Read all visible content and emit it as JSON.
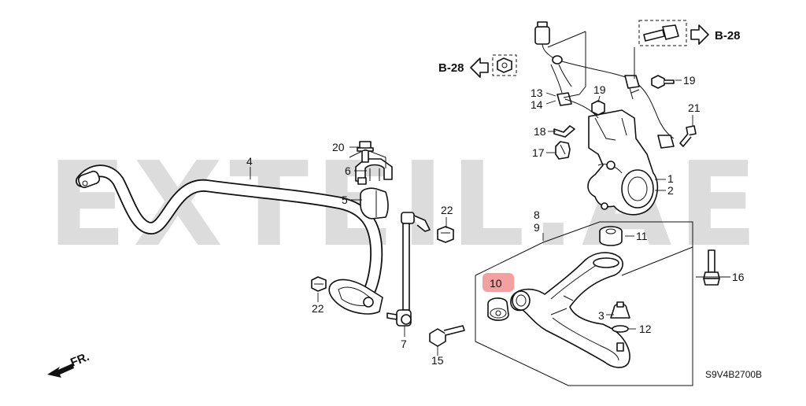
{
  "diagram": {
    "watermark": "EXTEIL.AE",
    "ref_code": "S9V4B2700B",
    "direction_label": "FR.",
    "ref_left": "B-28",
    "ref_right": "B-28",
    "highlight_color": "#f2a0a0",
    "callouts": [
      {
        "id": "c1",
        "text": "1"
      },
      {
        "id": "c2",
        "text": "2"
      },
      {
        "id": "c3",
        "text": "3"
      },
      {
        "id": "c4",
        "text": "4"
      },
      {
        "id": "c5",
        "text": "5"
      },
      {
        "id": "c6",
        "text": "6"
      },
      {
        "id": "c7",
        "text": "7"
      },
      {
        "id": "c8",
        "text": "8"
      },
      {
        "id": "c9",
        "text": "9"
      },
      {
        "id": "c10",
        "text": "10",
        "highlighted": true
      },
      {
        "id": "c11",
        "text": "11"
      },
      {
        "id": "c12",
        "text": "12"
      },
      {
        "id": "c13",
        "text": "13"
      },
      {
        "id": "c14",
        "text": "14"
      },
      {
        "id": "c15",
        "text": "15"
      },
      {
        "id": "c16",
        "text": "16"
      },
      {
        "id": "c17",
        "text": "17"
      },
      {
        "id": "c18",
        "text": "18"
      },
      {
        "id": "c19a",
        "text": "19"
      },
      {
        "id": "c19b",
        "text": "19"
      },
      {
        "id": "c20",
        "text": "20"
      },
      {
        "id": "c21",
        "text": "21"
      },
      {
        "id": "c22a",
        "text": "22"
      },
      {
        "id": "c22b",
        "text": "22"
      }
    ]
  }
}
